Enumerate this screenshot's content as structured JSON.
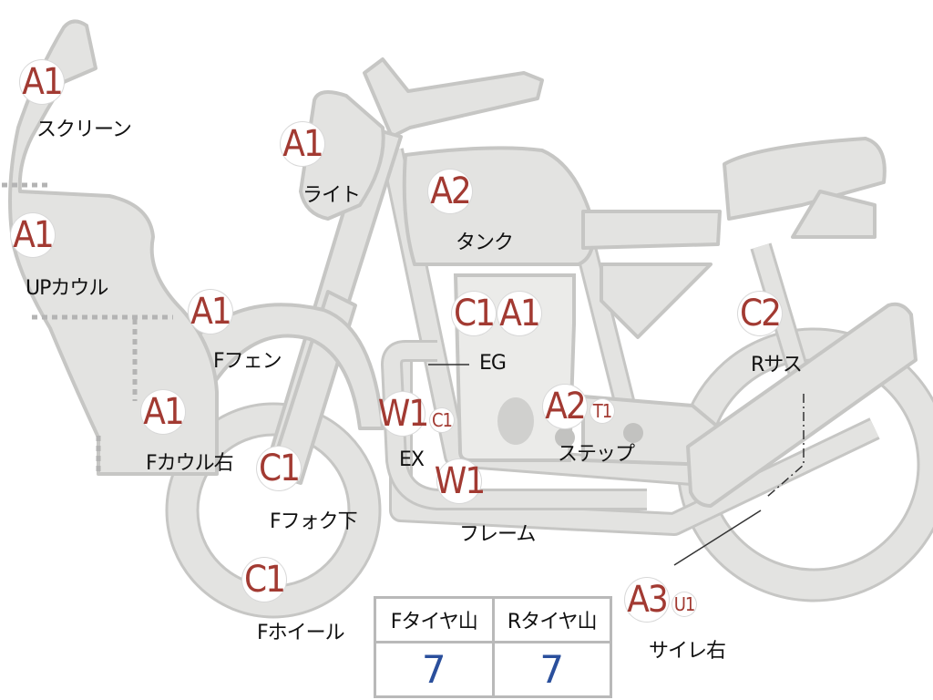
{
  "parts": [
    {
      "code": "A1",
      "label": "スクリーン"
    },
    {
      "code": "A1",
      "label": "UPカウル"
    },
    {
      "code": "A1",
      "label": "ライト"
    },
    {
      "code": "A2",
      "label": "タンク"
    },
    {
      "code": "A1",
      "label": "Fフェン"
    },
    {
      "code": "A1",
      "label": "Fカウル右"
    },
    {
      "code": "C1",
      "label": "Fフォク下"
    },
    {
      "code": "C1",
      "label": "Fホイール"
    },
    {
      "codes": [
        "C1",
        "A1"
      ],
      "label": "EG"
    },
    {
      "codes": [
        "W1",
        "C1"
      ],
      "label": "EX"
    },
    {
      "code": "W1",
      "label": "フレーム"
    },
    {
      "codes": [
        "A2",
        "T1"
      ],
      "label": "ステップ"
    },
    {
      "code": "C2",
      "label": "Rサス"
    },
    {
      "codes": [
        "A3",
        "U1"
      ],
      "label": "サイレ右"
    }
  ],
  "tread_table": {
    "headers": [
      "Fタイヤ山",
      "Rタイヤ山"
    ],
    "values": [
      "7",
      "7"
    ]
  },
  "colors": {
    "code": "#a23a32",
    "tread_value": "#2a4f9c",
    "body_fill": "#e3e3e1"
  }
}
